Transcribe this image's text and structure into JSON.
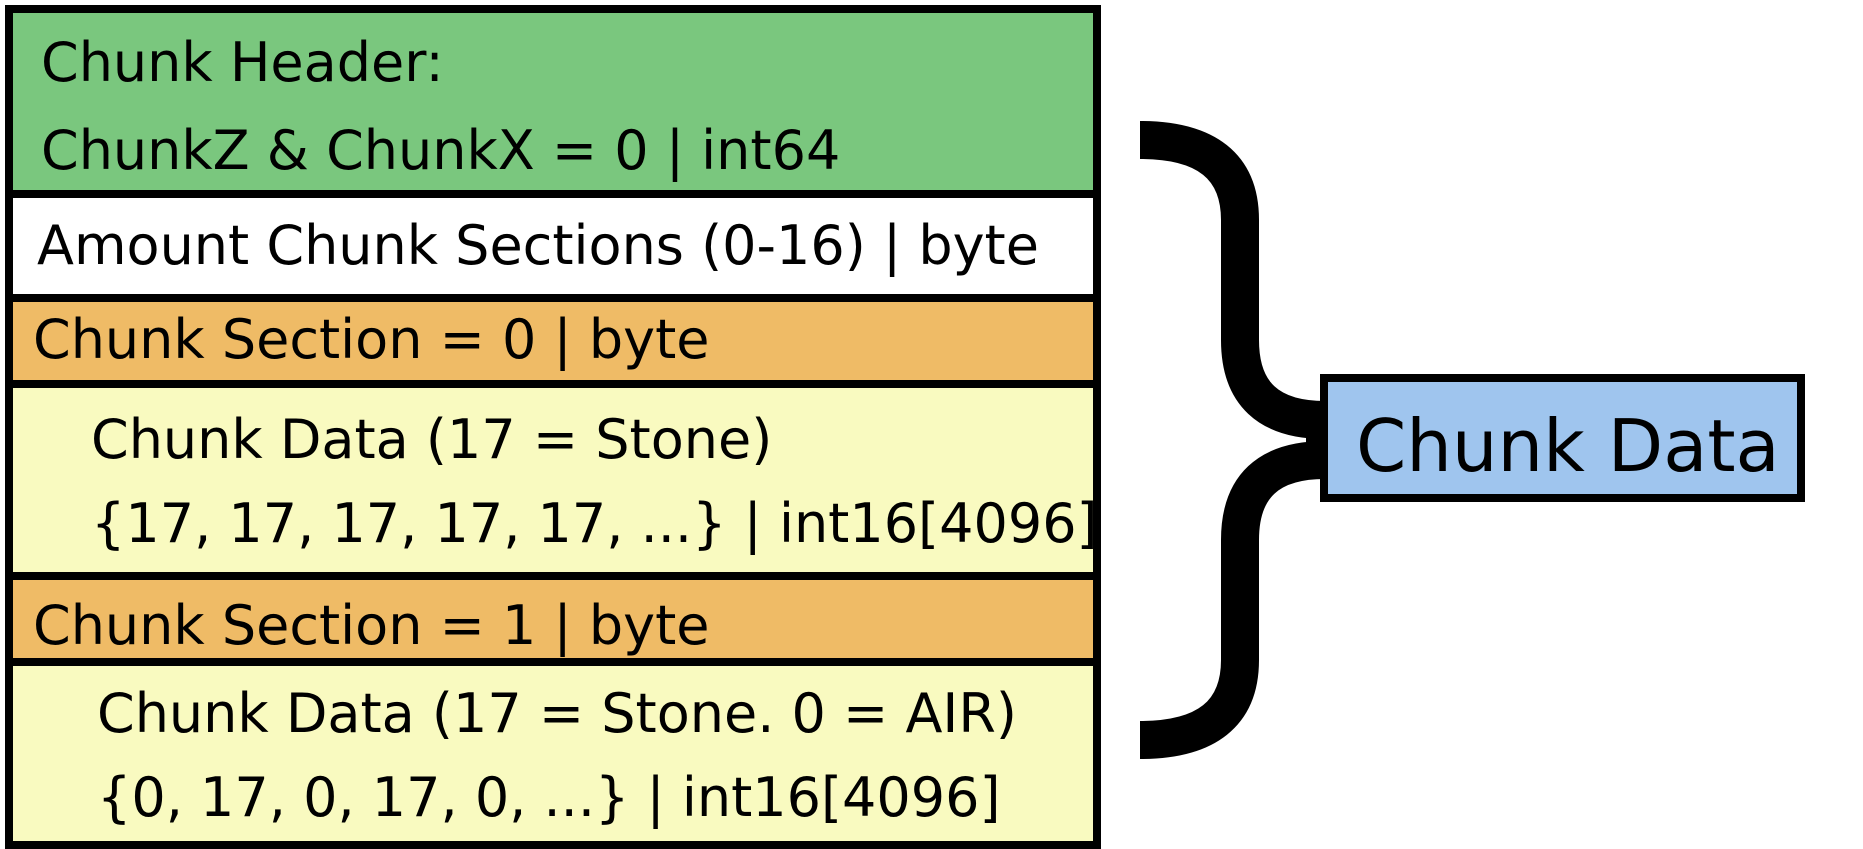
{
  "diagram": {
    "header": {
      "title": "Chunk Header:",
      "detail": "ChunkZ & ChunkX = 0 | int64",
      "color": "#7ac77e"
    },
    "amount": {
      "label": "Amount Chunk Sections (0-16) | byte",
      "color": "#ffffff"
    },
    "sections": [
      {
        "label": "Chunk Section = 0 | byte",
        "label_color": "#efbb66",
        "data_title": "Chunk Data (17 = Stone)",
        "data_values": "{17, 17, 17, 17, 17, ...} | int16[4096]",
        "data_color": "#f9fac0"
      },
      {
        "label": "Chunk Section = 1 | byte",
        "label_color": "#efbb66",
        "data_title": "Chunk Data (17 = Stone. 0 = AIR)",
        "data_values": "{0, 17, 0, 17, 0, ...} | int16[4096]",
        "data_color": "#f9fac0"
      }
    ],
    "group_label": {
      "text": "Chunk Data",
      "color": "#9fc5ee"
    },
    "brace_icon": "right-curly-brace"
  }
}
